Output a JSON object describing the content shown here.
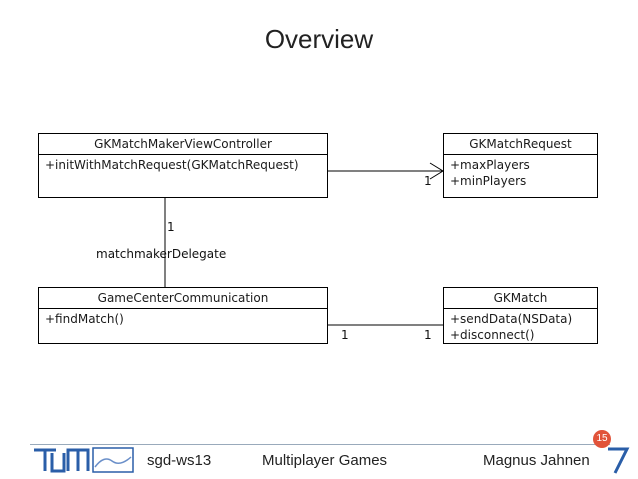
{
  "slide": {
    "title": "Overview"
  },
  "classes": {
    "viewcontroller": {
      "name": "GKMatchMakerViewController",
      "ops": [
        "+initWithMatchRequest(GKMatchRequest)"
      ]
    },
    "request": {
      "name": "GKMatchRequest",
      "ops": [
        "+maxPlayers",
        "+minPlayers"
      ]
    },
    "communication": {
      "name": "GameCenterCommunication",
      "ops": [
        "+findMatch()"
      ]
    },
    "match": {
      "name": "GKMatch",
      "ops": [
        "+sendData(NSData)",
        "+disconnect()"
      ]
    }
  },
  "relations": {
    "vc_request_mult": "1",
    "vc_comm_mult": "1",
    "vc_comm_role": "matchmakerDelegate",
    "comm_match_left_mult": "1",
    "comm_match_right_mult": "1"
  },
  "footer": {
    "left": "sgd-ws13",
    "center": "Multiplayer Games",
    "right": "Magnus Jahnen",
    "page": "15"
  },
  "colors": {
    "badge": "#e1533a",
    "logo_blue": "#2a5ea8"
  }
}
